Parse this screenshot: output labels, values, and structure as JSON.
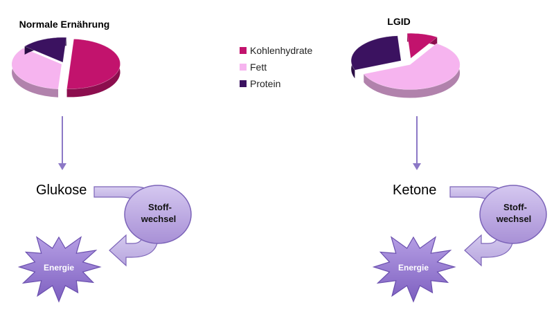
{
  "colors": {
    "kohlenhydrate": "#c2136d",
    "fett": "#f6b4ef",
    "protein": "#3b1260",
    "flow": "#b6a3dd",
    "flow_stroke": "#7b63b8",
    "arrow": "#9a85cf"
  },
  "legend": {
    "items": [
      "Kohlenhydrate",
      "Fett",
      "Protein"
    ]
  },
  "chart_data": [
    {
      "type": "pie",
      "title": "Normale Ernährung",
      "categories": [
        "Kohlenhydrate",
        "Fett",
        "Protein"
      ],
      "values": [
        50,
        35,
        15
      ]
    },
    {
      "type": "pie",
      "title": "LGID",
      "categories": [
        "Kohlenhydrate",
        "Fett",
        "Protein"
      ],
      "values": [
        10,
        60,
        30
      ]
    }
  ],
  "left_flow": {
    "fuel": "Glukose",
    "process_line1": "Stoff-",
    "process_line2": "wechsel",
    "output": "Energie"
  },
  "right_flow": {
    "fuel": "Ketone",
    "process_line1": "Stoff-",
    "process_line2": "wechsel",
    "output": "Energie"
  }
}
